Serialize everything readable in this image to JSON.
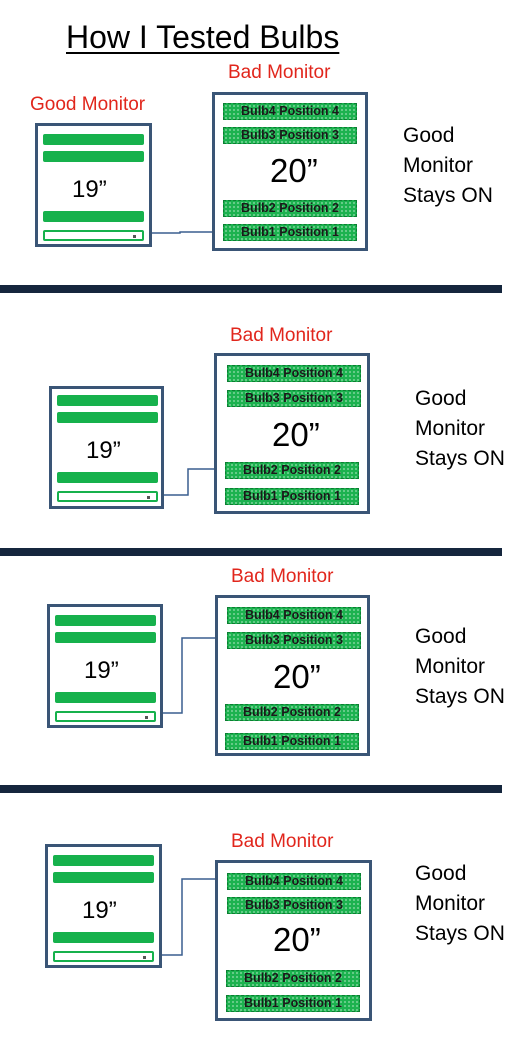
{
  "title": "How I Tested Bulbs",
  "labels": {
    "good_monitor": "Good Monitor",
    "bad_monitor": "Bad Monitor",
    "good_size": "19”",
    "bad_size": "20”",
    "note_line1": "Good",
    "note_line2": "Monitor",
    "note_line3": "Stays ON"
  },
  "bulbs": [
    "Bulb4 Position 4",
    "Bulb3 Position 3",
    "Bulb2 Position 2",
    "Bulb1 Position 1"
  ],
  "panels": [
    {
      "test": "Bulb1",
      "connected_bulb": "Bulb1 Position 1",
      "good_label_shown": true
    },
    {
      "test": "Bulb2",
      "connected_bulb": "Bulb2 Position 2",
      "good_label_shown": false
    },
    {
      "test": "Bulb3",
      "connected_bulb": "Bulb3 Position 3",
      "good_label_shown": false
    },
    {
      "test": "Bulb4",
      "connected_bulb": "Bulb4 Position 4",
      "good_label_shown": false
    }
  ],
  "colors": {
    "frame": "#3a5576",
    "bar_green": "#16b14c",
    "label_red": "#e1261c",
    "divider": "#15263d",
    "wire": "#3a5f8f"
  }
}
